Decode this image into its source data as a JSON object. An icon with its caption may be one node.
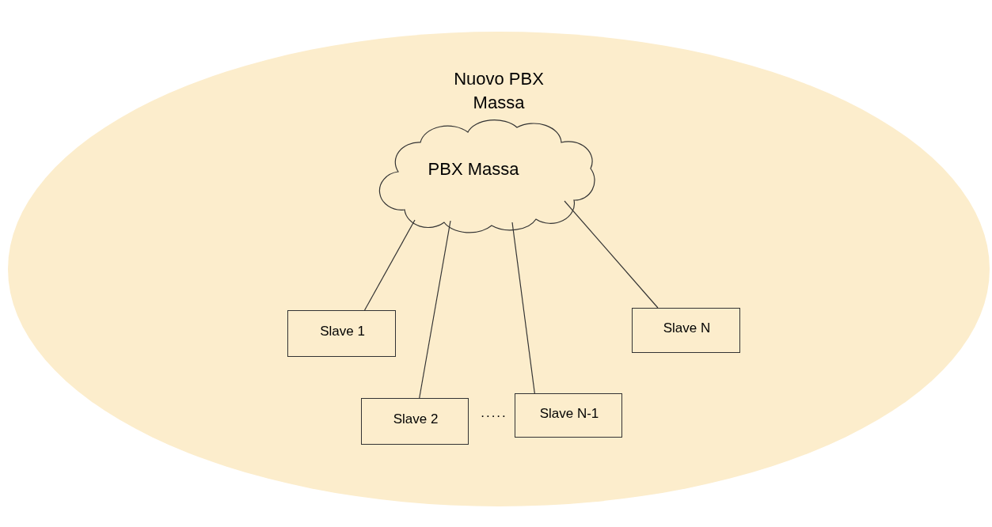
{
  "diagram": {
    "nodes": [
      {
        "text": [
          "Nuovo PBX Massa"
        ]
      },
      {
        "text": [
          "PBX Massa"
        ],
        "in": 0
      },
      {
        "text": [
          "Slave 1"
        ],
        "in": 0
      },
      {
        "text": [
          "Slave 2"
        ],
        "in": 0
      },
      {
        "text": [
          "Slave N-1"
        ],
        "in": 0
      },
      {
        "text": [
          "Slave N"
        ],
        "in": 0
      }
    ],
    "edges": [
      {
        "from": 1,
        "to": 2,
        "arrow": "none"
      },
      {
        "from": 1,
        "to": 3,
        "arrow": "none"
      },
      {
        "from": 1,
        "to": 4,
        "arrow": "none"
      },
      {
        "from": 1,
        "to": 5,
        "arrow": "none"
      }
    ],
    "labels": [
      "....."
    ]
  }
}
